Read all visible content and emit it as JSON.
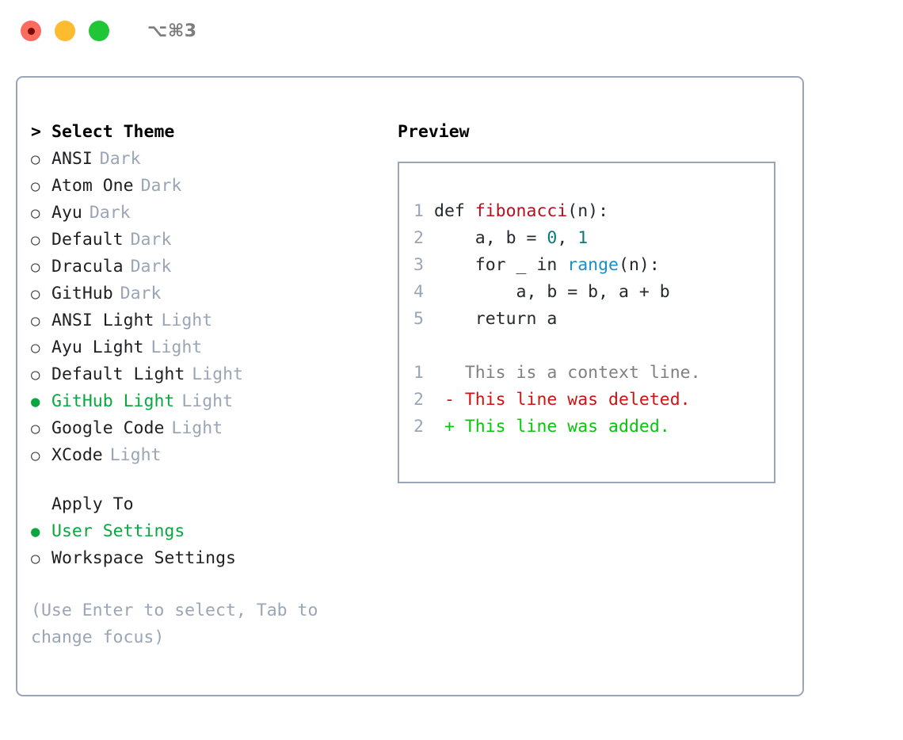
{
  "titlebar": {
    "shortcut": "⌥⌘3",
    "buttons": {
      "close": "close-button",
      "minimize": "minimize-button",
      "maximize": "maximize-button"
    }
  },
  "theme_list": {
    "header": {
      "caret": ">",
      "label": "Select Theme"
    },
    "markers": {
      "selected": "●",
      "unselected": "○"
    },
    "items": [
      {
        "marker": "○",
        "label": "ANSI",
        "suffix": "Dark",
        "selected": false
      },
      {
        "marker": "○",
        "label": "Atom One",
        "suffix": "Dark",
        "selected": false
      },
      {
        "marker": "○",
        "label": "Ayu",
        "suffix": "Dark",
        "selected": false
      },
      {
        "marker": "○",
        "label": "Default",
        "suffix": "Dark",
        "selected": false
      },
      {
        "marker": "○",
        "label": "Dracula",
        "suffix": "Dark",
        "selected": false
      },
      {
        "marker": "○",
        "label": "GitHub",
        "suffix": "Dark",
        "selected": false
      },
      {
        "marker": "○",
        "label": "ANSI Light",
        "suffix": "Light",
        "selected": false
      },
      {
        "marker": "○",
        "label": "Ayu Light",
        "suffix": "Light",
        "selected": false
      },
      {
        "marker": "○",
        "label": "Default Light",
        "suffix": "Light",
        "selected": false
      },
      {
        "marker": "●",
        "label": "GitHub Light",
        "suffix": "Light",
        "selected": true
      },
      {
        "marker": "○",
        "label": "Google Code",
        "suffix": "Light",
        "selected": false
      },
      {
        "marker": "○",
        "label": "XCode",
        "suffix": "Light",
        "selected": false
      }
    ]
  },
  "apply_to": {
    "header": "Apply To",
    "items": [
      {
        "marker": "●",
        "label": "User Settings",
        "selected": true
      },
      {
        "marker": "○",
        "label": "Workspace Settings",
        "selected": false
      }
    ]
  },
  "hint": "(Use Enter to select, Tab to change focus)",
  "preview": {
    "title": "Preview",
    "code": [
      {
        "ln": "1",
        "tokens": [
          {
            "t": "def ",
            "c": "plain"
          },
          {
            "t": "fibonacci",
            "c": "fn"
          },
          {
            "t": "(n):",
            "c": "plain"
          }
        ]
      },
      {
        "ln": "2",
        "tokens": [
          {
            "t": "    a, b = ",
            "c": "plain"
          },
          {
            "t": "0",
            "c": "num"
          },
          {
            "t": ", ",
            "c": "plain"
          },
          {
            "t": "1",
            "c": "num"
          }
        ]
      },
      {
        "ln": "3",
        "tokens": [
          {
            "t": "    for _ in ",
            "c": "plain"
          },
          {
            "t": "range",
            "c": "call"
          },
          {
            "t": "(n):",
            "c": "plain"
          }
        ]
      },
      {
        "ln": "4",
        "tokens": [
          {
            "t": "        a, b = b, a + b",
            "c": "plain"
          }
        ]
      },
      {
        "ln": "5",
        "tokens": [
          {
            "t": "    return a",
            "c": "plain"
          }
        ]
      }
    ],
    "diff": [
      {
        "ln": "1",
        "sign": " ",
        "text": " This is a context line.",
        "kind": "ctx"
      },
      {
        "ln": "2",
        "sign": "-",
        "text": " This line was deleted.",
        "kind": "del"
      },
      {
        "ln": "2",
        "sign": "+",
        "text": " This line was added.",
        "kind": "add"
      }
    ]
  },
  "colors": {
    "accent_green": "#0aa73f",
    "border": "#9aa5b5",
    "muted": "#9aa5b5",
    "diff_add": "#08c60c",
    "diff_del": "#cf1313",
    "diff_ctx": "#808080",
    "code_fn": "#b3121d",
    "code_num": "#0b7a76",
    "code_call": "#1a8fc4"
  }
}
